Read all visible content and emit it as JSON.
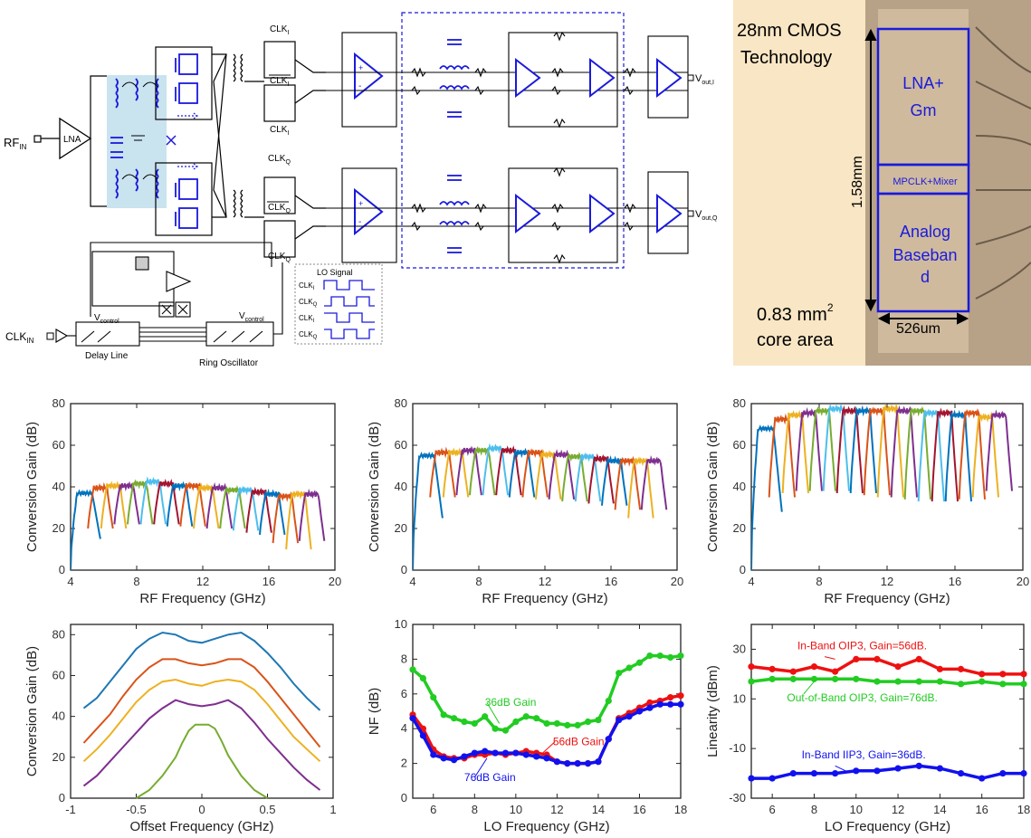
{
  "schematic": {
    "rf_in": "RF",
    "rf_in_sub": "IN",
    "lna": "LNA",
    "clk_in": "CLK",
    "clk_in_sub": "IN",
    "delay_line": "Delay Line",
    "ring_osc": "Ring Oscillator",
    "vcontrol": "V",
    "vcontrol_sub": "control",
    "clk_i": "CLK",
    "clk_i_sub": "I",
    "clk_q": "CLK",
    "clk_q_sub": "Q",
    "vout_i": "V",
    "vout_i_sub": "out,I",
    "vout_q": "V",
    "vout_q_sub": "out,Q",
    "lo_signal_title": "LO Signal",
    "lo_labels": [
      "CLK",
      "CLK",
      "CLK",
      "CLK"
    ],
    "lo_subs": [
      "I",
      "Q",
      "I",
      "Q"
    ]
  },
  "die": {
    "tech_line1": "28nm CMOS",
    "tech_line2": "Technology",
    "block_lna": "LNA+",
    "block_gm": "Gm",
    "block_mixer": "MPCLK+Mixer",
    "block_bb1": "Analog",
    "block_bb2": "Baseban",
    "block_bb3": "d",
    "height_label": "1.58mm",
    "width_label": "526um",
    "area_line1": "0.83 mm",
    "area_sup": "2",
    "area_line2": "core area",
    "colors": {
      "bg": "#f9e6c4",
      "die": "#b7a288",
      "block": "#1a1adc"
    }
  },
  "chart_data": [
    {
      "type": "line",
      "xlabel": "RF Frequency (GHz)",
      "ylabel": "Conversion Gain (dB)",
      "xlim": [
        4,
        20
      ],
      "ylim": [
        0,
        80
      ],
      "xticks": [
        4,
        8,
        12,
        16,
        20
      ],
      "yticks": [
        0,
        20,
        40,
        60,
        80
      ],
      "passband_level": 40,
      "first_band": {
        "start": 4.0,
        "end": 6.0,
        "peak": 37
      },
      "band_centers": [
        4.9,
        5.8,
        6.6,
        7.4,
        8.2,
        9.0,
        9.8,
        10.6,
        11.4,
        12.2,
        13.0,
        13.8,
        14.6,
        15.4,
        16.2,
        17.0,
        17.8,
        18.6
      ],
      "band_peaks": [
        37,
        40,
        41,
        41,
        42,
        43,
        42,
        41,
        41,
        40,
        40,
        39,
        39,
        38,
        37,
        36,
        37,
        37
      ],
      "band_floor": [
        15,
        20,
        20,
        22,
        22,
        22,
        22,
        21,
        21,
        20,
        20,
        20,
        19,
        18,
        17,
        13,
        10,
        14
      ]
    },
    {
      "type": "line",
      "xlabel": "RF Frequency (GHz)",
      "ylabel": "Conversion Gain (dB)",
      "xlim": [
        4,
        20
      ],
      "ylim": [
        0,
        80
      ],
      "xticks": [
        4,
        8,
        12,
        16,
        20
      ],
      "yticks": [
        0,
        20,
        40,
        60,
        80
      ],
      "first_band": {
        "start": 4.0,
        "end": 6.0,
        "peak": 55
      },
      "band_centers": [
        4.9,
        5.8,
        6.6,
        7.4,
        8.2,
        9.0,
        9.8,
        10.6,
        11.4,
        12.2,
        13.0,
        13.8,
        14.6,
        15.4,
        16.2,
        17.0,
        17.8,
        18.6
      ],
      "band_peaks": [
        55,
        57,
        57,
        58,
        58,
        59,
        58,
        57,
        57,
        56,
        56,
        55,
        55,
        54,
        53,
        53,
        53,
        53
      ],
      "band_floor": [
        25,
        35,
        35,
        36,
        36,
        36,
        36,
        35,
        35,
        34,
        34,
        33,
        33,
        32,
        31,
        29,
        25,
        29
      ]
    },
    {
      "type": "line",
      "xlabel": "RF Frequency (GHz)",
      "ylabel": "Conversion Gain (dB)",
      "xlim": [
        4,
        20
      ],
      "ylim": [
        0,
        80
      ],
      "xticks": [
        4,
        8,
        12,
        16,
        20
      ],
      "yticks": [
        0,
        20,
        40,
        60,
        80
      ],
      "first_band": {
        "start": 4.0,
        "end": 6.0,
        "peak": 68
      },
      "band_centers": [
        4.9,
        5.8,
        6.6,
        7.4,
        8.2,
        9.0,
        9.8,
        10.6,
        11.4,
        12.2,
        13.0,
        13.8,
        14.6,
        15.4,
        16.2,
        17.0,
        17.8,
        18.6
      ],
      "band_peaks": [
        68,
        73,
        75,
        76,
        77,
        78,
        77,
        77,
        77,
        78,
        77,
        77,
        76,
        76,
        75,
        76,
        74,
        75
      ],
      "band_floor": [
        28,
        35,
        37,
        38,
        38,
        38,
        37,
        37,
        36,
        35,
        35,
        34,
        33,
        33,
        33,
        34,
        35,
        38
      ]
    },
    {
      "type": "line",
      "xlabel": "Offset Frequency (GHz)",
      "ylabel": "Conversion Gain (dB)",
      "xlim": [
        -1,
        1
      ],
      "ylim": [
        0,
        85
      ],
      "xticks": [
        -1,
        -0.5,
        0,
        0.5,
        1
      ],
      "yticks": [
        0,
        20,
        40,
        60,
        80
      ],
      "series": [
        {
          "color": "#1f77b4",
          "x": [
            -0.9,
            -0.8,
            -0.7,
            -0.6,
            -0.5,
            -0.4,
            -0.3,
            -0.2,
            -0.1,
            0,
            0.1,
            0.2,
            0.3,
            0.4,
            0.5,
            0.6,
            0.7,
            0.8,
            0.9
          ],
          "y": [
            44,
            49,
            57,
            65,
            73,
            78,
            81,
            80,
            77,
            76,
            78,
            80,
            81,
            77,
            71,
            64,
            56,
            49,
            43
          ]
        },
        {
          "color": "#d95319",
          "x": [
            -0.9,
            -0.8,
            -0.7,
            -0.6,
            -0.5,
            -0.4,
            -0.3,
            -0.2,
            -0.1,
            0,
            0.1,
            0.2,
            0.3,
            0.4,
            0.5,
            0.6,
            0.7,
            0.8,
            0.9
          ],
          "y": [
            27,
            34,
            41,
            50,
            58,
            64,
            68,
            68,
            66,
            65,
            66,
            68,
            68,
            64,
            57,
            49,
            41,
            33,
            25
          ]
        },
        {
          "color": "#edb120",
          "x": [
            -0.9,
            -0.8,
            -0.7,
            -0.6,
            -0.5,
            -0.4,
            -0.3,
            -0.2,
            -0.1,
            0,
            0.1,
            0.2,
            0.3,
            0.4,
            0.5,
            0.6,
            0.7,
            0.8,
            0.9
          ],
          "y": [
            18,
            24,
            31,
            39,
            47,
            53,
            57,
            58,
            56,
            55,
            57,
            58,
            57,
            53,
            46,
            38,
            30,
            24,
            18
          ]
        },
        {
          "color": "#7e2f8e",
          "x": [
            -0.9,
            -0.8,
            -0.7,
            -0.6,
            -0.5,
            -0.4,
            -0.3,
            -0.2,
            -0.1,
            0,
            0.1,
            0.2,
            0.3,
            0.4,
            0.5,
            0.6,
            0.7,
            0.8,
            0.9
          ],
          "y": [
            6,
            11,
            18,
            25,
            32,
            39,
            44,
            48,
            46,
            45,
            46,
            48,
            44,
            37,
            29,
            22,
            15,
            9,
            4
          ]
        },
        {
          "color": "#77ac30",
          "x": [
            -0.5,
            -0.4,
            -0.3,
            -0.2,
            -0.15,
            -0.1,
            -0.05,
            0,
            0.05,
            0.1,
            0.15,
            0.2,
            0.3,
            0.4,
            0.5
          ],
          "y": [
            0,
            4,
            11,
            20,
            27,
            33,
            36,
            36,
            36,
            34,
            28,
            21,
            11,
            4,
            0
          ]
        }
      ]
    },
    {
      "type": "line",
      "xlabel": "LO Frequency (GHz)",
      "ylabel": "NF (dB)",
      "xlim": [
        5,
        18
      ],
      "ylim": [
        0,
        10
      ],
      "xticks": [
        6,
        8,
        10,
        12,
        14,
        16,
        18
      ],
      "yticks": [
        0,
        2,
        4,
        6,
        8,
        10
      ],
      "series": [
        {
          "name": "36dB Gain",
          "color": "#22cc22",
          "x": [
            5,
            5.5,
            6,
            6.5,
            7,
            7.5,
            8,
            8.5,
            9,
            9.5,
            10,
            10.5,
            11,
            11.5,
            12,
            12.5,
            13,
            13.5,
            14,
            14.5,
            15,
            15.5,
            16,
            16.5,
            17,
            17.5,
            18
          ],
          "y": [
            7.4,
            6.9,
            5.8,
            4.8,
            4.6,
            4.4,
            4.3,
            4.7,
            4.0,
            3.9,
            4.4,
            4.7,
            4.6,
            4.3,
            4.3,
            4.2,
            4.2,
            4.4,
            4.5,
            5.6,
            7.2,
            7.5,
            7.8,
            8.2,
            8.2,
            8.1,
            8.2
          ]
        },
        {
          "name": "56dB Gain",
          "color": "#ee1111",
          "x": [
            5,
            5.5,
            6,
            6.5,
            7,
            7.5,
            8,
            8.5,
            9,
            9.5,
            10,
            10.5,
            11,
            11.5,
            12,
            12.5,
            13,
            13.5,
            14,
            14.5,
            15,
            15.5,
            16,
            16.5,
            17,
            17.5,
            18
          ],
          "y": [
            4.8,
            4.0,
            2.8,
            2.4,
            2.3,
            2.3,
            2.5,
            2.5,
            2.6,
            2.5,
            2.6,
            2.7,
            2.6,
            2.5,
            2.1,
            2.0,
            2.0,
            2.0,
            2.1,
            3.4,
            4.6,
            4.9,
            5.2,
            5.5,
            5.6,
            5.8,
            5.9
          ]
        },
        {
          "name": "76dB Gain",
          "color": "#1111ee",
          "x": [
            5,
            5.5,
            6,
            6.5,
            7,
            7.5,
            8,
            8.5,
            9,
            9.5,
            10,
            10.5,
            11,
            11.5,
            12,
            12.5,
            13,
            13.5,
            14,
            14.5,
            15,
            15.5,
            16,
            16.5,
            17,
            17.5,
            18
          ],
          "y": [
            4.6,
            3.6,
            2.5,
            2.3,
            2.2,
            2.4,
            2.6,
            2.7,
            2.6,
            2.6,
            2.6,
            2.5,
            2.4,
            2.3,
            2.1,
            2.0,
            2.0,
            2.0,
            2.1,
            3.4,
            4.5,
            4.7,
            5.0,
            5.2,
            5.4,
            5.4,
            5.4
          ]
        }
      ],
      "annotations": [
        "36dB Gain",
        "56dB Gain",
        "76dB Gain"
      ]
    },
    {
      "type": "line",
      "xlabel": "LO Frequency (GHz)",
      "ylabel": "Linearity (dBm)",
      "xlim": [
        5,
        18
      ],
      "ylim": [
        -30,
        40
      ],
      "xticks": [
        6,
        8,
        10,
        12,
        14,
        16,
        18
      ],
      "yticks": [
        -30,
        -10,
        10,
        30
      ],
      "series": [
        {
          "name": "In-Band OIP3, Gain=56dB.",
          "color": "#ee1111",
          "x": [
            5,
            6,
            7,
            8,
            9,
            10,
            11,
            12,
            13,
            14,
            15,
            16,
            17,
            18
          ],
          "y": [
            23,
            22,
            21,
            23,
            21,
            26,
            26,
            23,
            26,
            22,
            22,
            20,
            20,
            20
          ]
        },
        {
          "name": "Out-of-Band OIP3, Gain=76dB.",
          "color": "#22cc22",
          "x": [
            5,
            6,
            7,
            8,
            9,
            10,
            11,
            12,
            13,
            14,
            15,
            16,
            17,
            18
          ],
          "y": [
            17,
            18,
            18,
            18,
            18,
            18,
            17,
            17,
            17,
            17,
            16,
            17,
            16,
            16
          ]
        },
        {
          "name": "In-Band IIP3, Gain=36dB.",
          "color": "#1111ee",
          "x": [
            5,
            6,
            7,
            8,
            9,
            10,
            11,
            12,
            13,
            14,
            15,
            16,
            17,
            18
          ],
          "y": [
            -22,
            -22,
            -20,
            -20,
            -20,
            -19,
            -19,
            -18,
            -17,
            -18,
            -20,
            -22,
            -20,
            -20
          ]
        }
      ]
    }
  ],
  "band_colors": [
    "#0072bd",
    "#d95319",
    "#edb120",
    "#7e2f8e",
    "#77ac30",
    "#4dbeee",
    "#a2142f"
  ]
}
